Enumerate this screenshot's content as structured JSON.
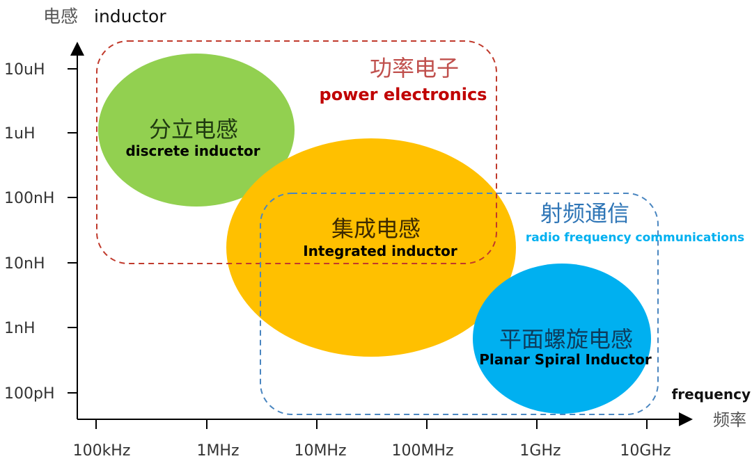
{
  "title": {
    "y_axis_cn": "电感",
    "y_axis_en": "inductor",
    "x_axis_en": "frequency",
    "x_axis_cn": "频率"
  },
  "y_ticks": [
    "10uH",
    "1uH",
    "100nH",
    "10nH",
    "1nH",
    "100pH"
  ],
  "x_ticks": [
    "100kHz",
    "1MHz",
    "10MHz",
    "100MHz",
    "1GHz",
    "10GHz"
  ],
  "regions": [
    {
      "id": "power",
      "cn": "功率电子",
      "en": "power electronics",
      "color": "#c0392b",
      "text_color_cn": "#c0504d",
      "text_color_en": "#c00000"
    },
    {
      "id": "rf",
      "cn": "射频通信",
      "en": "radio frequency communications",
      "color": "#4a86c0",
      "text_color_cn": "#2e75b6",
      "text_color_en": "#00b0f0"
    }
  ],
  "inductors": [
    {
      "id": "discrete",
      "cn": "分立电感",
      "en": "discrete inductor",
      "color": "#92d050"
    },
    {
      "id": "integrated",
      "cn": "集成电感",
      "en": "Integrated inductor",
      "color": "#ffc000"
    },
    {
      "id": "planar",
      "cn": "平面螺旋电感",
      "en": "Planar Spiral Inductor",
      "color": "#00b0f0"
    }
  ],
  "colors": {
    "axis": "#000000",
    "tick_label": "#333333"
  }
}
